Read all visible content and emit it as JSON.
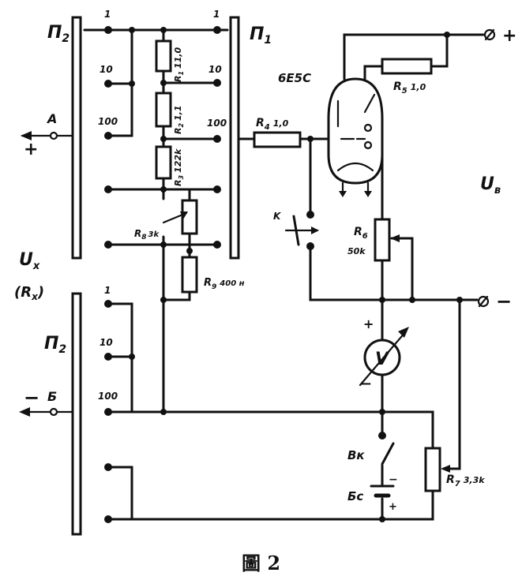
{
  "switches": {
    "p2_top": "П",
    "p2_top_sub": "2",
    "p1": "П",
    "p1_sub": "1",
    "p2_bottom": "П",
    "p2_bottom_sub": "2"
  },
  "range_ticks": {
    "p2_top": [
      "1",
      "10",
      "100"
    ],
    "p1": [
      "1",
      "10",
      "100"
    ],
    "p2_bottom": [
      "1",
      "10",
      "100"
    ]
  },
  "terminals": {
    "a_label": "А",
    "a_sign": "+",
    "b_label": "Б",
    "b_sign": "−",
    "plus_out": "+",
    "minus_out": "−"
  },
  "resistors": {
    "r1_letter": "R",
    "r1_sub": "1",
    "r1_val": "11,0",
    "r2_letter": "R",
    "r2_sub": "2",
    "r2_val": "1,1",
    "r3_letter": "R",
    "r3_sub": "3",
    "r3_val": "122k",
    "r4_letter": "R",
    "r4_sub": "4",
    "r4_val": "1,0",
    "r5_letter": "R",
    "r5_sub": "5",
    "r5_val": "1,0",
    "r6_letter": "R",
    "r6_sub": "6",
    "r6_val": "50k",
    "r7_letter": "R",
    "r7_sub": "7",
    "r7_val": "3,3k",
    "r8_letter": "R",
    "r8_sub": "8",
    "r8_val": "3k",
    "r9_letter": "R",
    "r9_sub": "9",
    "r9_val": "400 н"
  },
  "tube": {
    "type": "6Е5С"
  },
  "button": {
    "label": "K"
  },
  "voltmeter": {
    "symbol": "V",
    "plus": "+",
    "minus": "−"
  },
  "battery": {
    "switch_label": "Вк",
    "battery_label": "Бс",
    "minus": "−",
    "plus": "+"
  },
  "ux": {
    "letter": "U",
    "sub": "x",
    "paren_letter": "(R",
    "paren_sub": "x",
    "paren_close": ")"
  },
  "ub": {
    "letter": "U",
    "sub": "в"
  },
  "caption": "圖 2"
}
